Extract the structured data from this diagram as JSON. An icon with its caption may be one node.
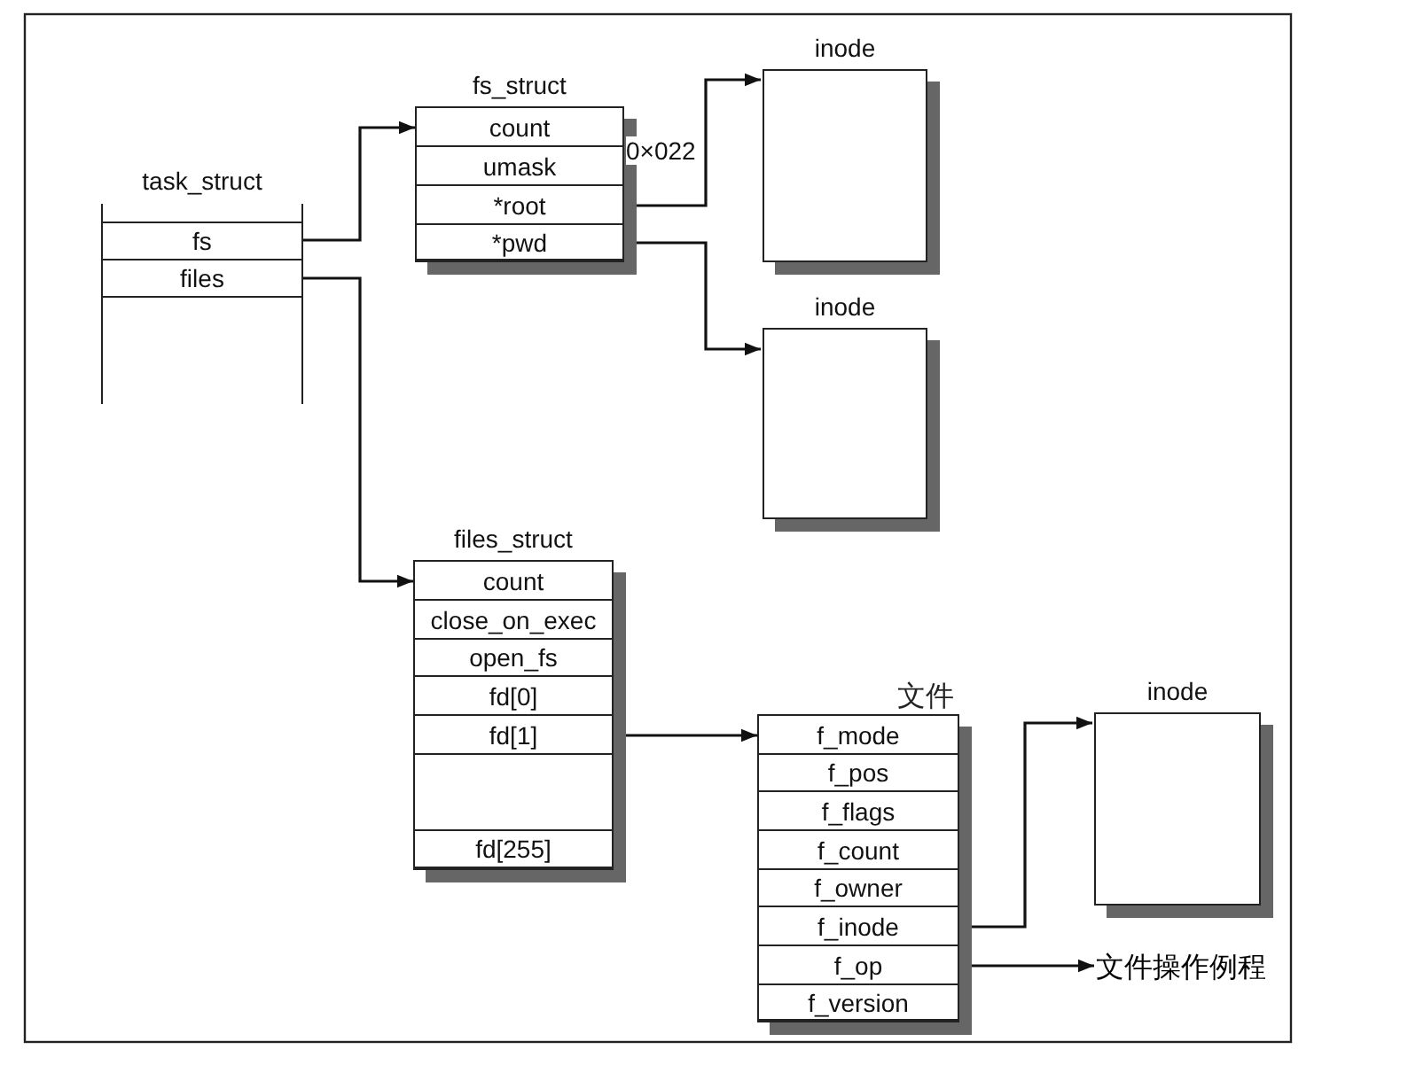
{
  "diagram": {
    "nodes": [
      {
        "text": [
          "task_struct"
        ]
      },
      {
        "text": [
          "fs"
        ],
        "in": 0
      },
      {
        "text": [
          "files"
        ],
        "in": 0
      },
      {
        "text": [
          "fs_struct"
        ]
      },
      {
        "text": [
          "count"
        ],
        "in": 3
      },
      {
        "text": [
          "umask"
        ],
        "in": 3,
        "beside": [
          "0×022"
        ]
      },
      {
        "text": [
          "*root"
        ],
        "in": 3
      },
      {
        "text": [
          "*pwd"
        ],
        "in": 3
      },
      {
        "text": [
          "inode"
        ]
      },
      {
        "text": [
          "inode"
        ]
      },
      {
        "text": [
          "files_struct"
        ]
      },
      {
        "text": [
          "count"
        ],
        "in": 10
      },
      {
        "text": [
          "close_on_exec"
        ],
        "in": 10
      },
      {
        "text": [
          "open_fs"
        ],
        "in": 10
      },
      {
        "text": [
          "fd[0]"
        ],
        "in": 10
      },
      {
        "text": [
          "fd[1]"
        ],
        "in": 10
      },
      {
        "text": [],
        "shape": "box",
        "in": 10
      },
      {
        "text": [
          "fd[255]"
        ],
        "in": 10
      },
      {
        "text": [
          "文件"
        ]
      },
      {
        "text": [
          "f_mode"
        ],
        "in": 18
      },
      {
        "text": [
          "f_pos"
        ],
        "in": 18
      },
      {
        "text": [
          "f_flags"
        ],
        "in": 18
      },
      {
        "text": [
          "f_count"
        ],
        "in": 18
      },
      {
        "text": [
          "f_owner"
        ],
        "in": 18
      },
      {
        "text": [
          "f_inode"
        ],
        "in": 18
      },
      {
        "text": [
          "f_op"
        ],
        "in": 18
      },
      {
        "text": [
          "f_version"
        ],
        "in": 18
      },
      {
        "text": [
          "inode"
        ]
      },
      {
        "text": [
          "文件操作例程"
        ]
      }
    ],
    "edges": [
      {
        "from": 1,
        "to": 4,
        "arrow": "to"
      },
      {
        "from": 2,
        "to": 11,
        "arrow": "to"
      },
      {
        "from": 6,
        "to": 8,
        "arrow": "to"
      },
      {
        "from": 7,
        "to": 9,
        "arrow": "to"
      },
      {
        "from": 15,
        "to": 19,
        "arrow": "to"
      },
      {
        "from": 24,
        "to": 27,
        "arrow": "to"
      },
      {
        "from": 25,
        "to": 28,
        "arrow": "to"
      }
    ]
  }
}
